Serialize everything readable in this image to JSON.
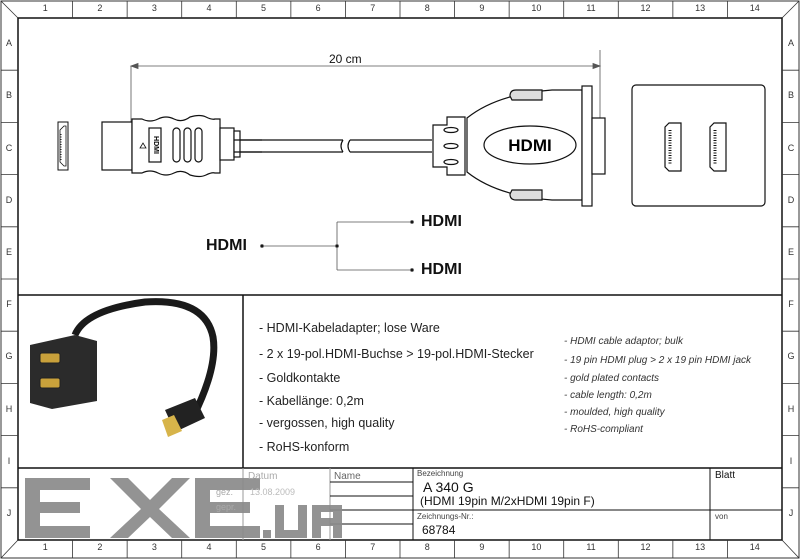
{
  "frame": {
    "columns": [
      "1",
      "2",
      "3",
      "4",
      "5",
      "6",
      "7",
      "8",
      "9",
      "10",
      "11",
      "12",
      "13",
      "14"
    ],
    "rows": [
      "A",
      "B",
      "C",
      "D",
      "E",
      "F",
      "G",
      "H",
      "I",
      "J"
    ]
  },
  "drawing": {
    "dimension_label": "20 cm",
    "plug_label": "HDMI",
    "adapter_label": "HDMI",
    "schematic": {
      "input": "HDMI",
      "output_top": "HDMI",
      "output_bottom": "HDMI"
    }
  },
  "features_de": [
    "- HDMI-Kabeladapter; lose Ware",
    "- 2 x 19-pol.HDMI-Buchse > 19-pol.HDMI-Stecker",
    "- Goldkontakte",
    "- Kabellänge: 0,2m",
    "- vergossen, high quality",
    "- RoHS-konform"
  ],
  "features_en": [
    "- HDMI cable adaptor; bulk",
    "- 19 pin HDMI plug > 2 x 19 pin HDMI jack",
    "- gold plated contacts",
    "- cable length: 0,2m",
    "- moulded, high quality",
    "- RoHS-compliant"
  ],
  "title_block": {
    "datum_label": "Datum",
    "name_label": "Name",
    "gez_label": "gez.",
    "gepr_label": "gepr.",
    "date": "13.08.2009",
    "bezeichnung_label": "Bezeichnung",
    "article": "A 340 G",
    "description": "(HDMI 19pin M/2xHDMI 19pin F)",
    "zeichnungs_nr_label": "Zeichnungs-Nr.:",
    "drawing_number": "68784",
    "blatt_label": "Blatt",
    "von_label": "von"
  },
  "watermark": "EXE.UA",
  "colors": {
    "line": "#111111",
    "watermark": "#8a8a8a"
  }
}
